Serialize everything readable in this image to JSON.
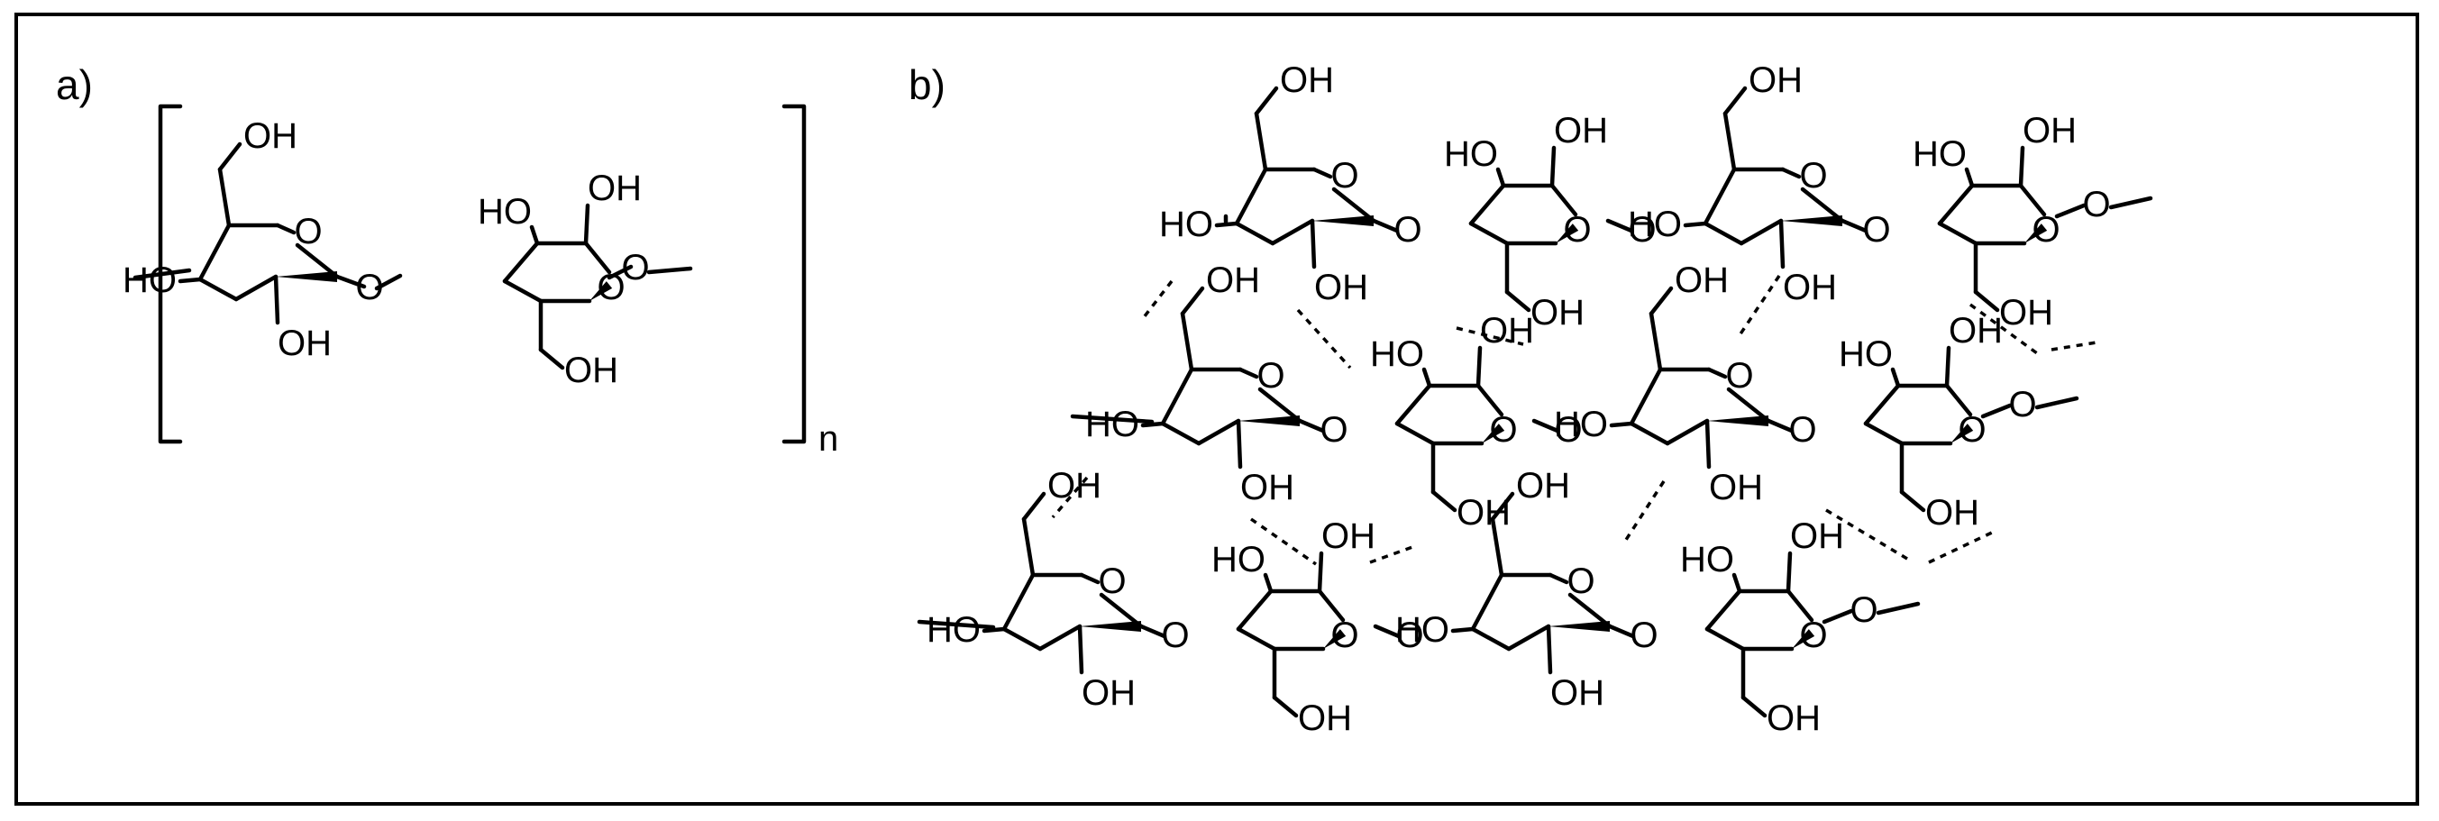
{
  "panels": {
    "a": "a)",
    "b": "b)"
  },
  "atoms": {
    "oh": "OH",
    "ho": "HO",
    "o": "O",
    "n": "n"
  }
}
